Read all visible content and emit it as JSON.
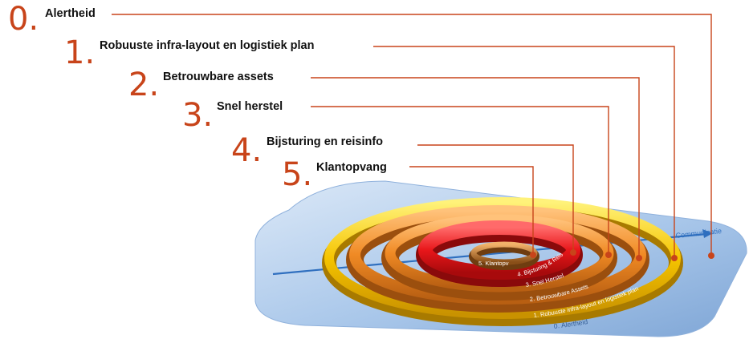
{
  "levels": [
    {
      "number": "0",
      "label": "Alertheid"
    },
    {
      "number": "1",
      "label": "Robuuste infra-layout en logistiek plan"
    },
    {
      "number": "2",
      "label": "Betrouwbare assets"
    },
    {
      "number": "3",
      "label": "Snel herstel"
    },
    {
      "number": "4",
      "label": "Bijsturing en reisinfo"
    },
    {
      "number": "5",
      "label": "Klantopvang"
    }
  ],
  "diagram": {
    "axis_label": "Communicatie",
    "base_label": "0. Alertheid",
    "ring_labels": [
      "1. Robuuste infra-layout  en logistiek plan",
      "2. Betrouwbare Assets",
      "3. Snel Herstel",
      "4. Bijsturing & Reisinfo",
      "5. Klantopv"
    ]
  },
  "colors": {
    "number": "#c8441a",
    "leader_line": "#c8441a",
    "plate": "#a9c7ea",
    "ring_yellow": "#f5c400",
    "ring_orange": "#f08a24",
    "ring_red": "#e8161a",
    "ring_brown": "#c9772e",
    "axis": "#2f6fbf"
  }
}
